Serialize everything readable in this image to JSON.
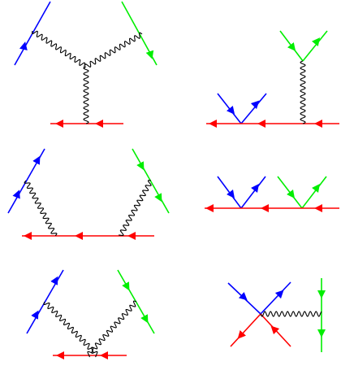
{
  "colors": {
    "blue": "#0000ff",
    "green": "#00ee00",
    "red": "#ff0000",
    "photon": "#000000",
    "background": "#ffffff"
  },
  "diagrams": [
    {
      "id": "three-photon-vertex",
      "label": "",
      "lines": [
        "blue-fermion",
        "green-fermion",
        "red-fermion",
        "photon",
        "photon",
        "photon"
      ]
    },
    {
      "id": "green-exchange-right",
      "label": "",
      "lines": [
        "blue-fermion",
        "green-fermion",
        "red-fermion",
        "photon"
      ]
    },
    {
      "id": "two-photon-exchange",
      "label": "",
      "lines": [
        "blue-fermion",
        "green-fermion",
        "red-fermion",
        "photon",
        "photon"
      ]
    },
    {
      "id": "two-contact-vertices",
      "label": "",
      "lines": [
        "blue-fermion",
        "green-fermion",
        "red-fermion"
      ]
    },
    {
      "id": "crossed-photon-exchange",
      "label": "",
      "lines": [
        "blue-fermion",
        "green-fermion",
        "red-fermion",
        "photon",
        "photon"
      ]
    },
    {
      "id": "four-fermion-contact",
      "label": "",
      "lines": [
        "blue-fermion",
        "red-fermion",
        "green-fermion",
        "photon"
      ]
    }
  ]
}
